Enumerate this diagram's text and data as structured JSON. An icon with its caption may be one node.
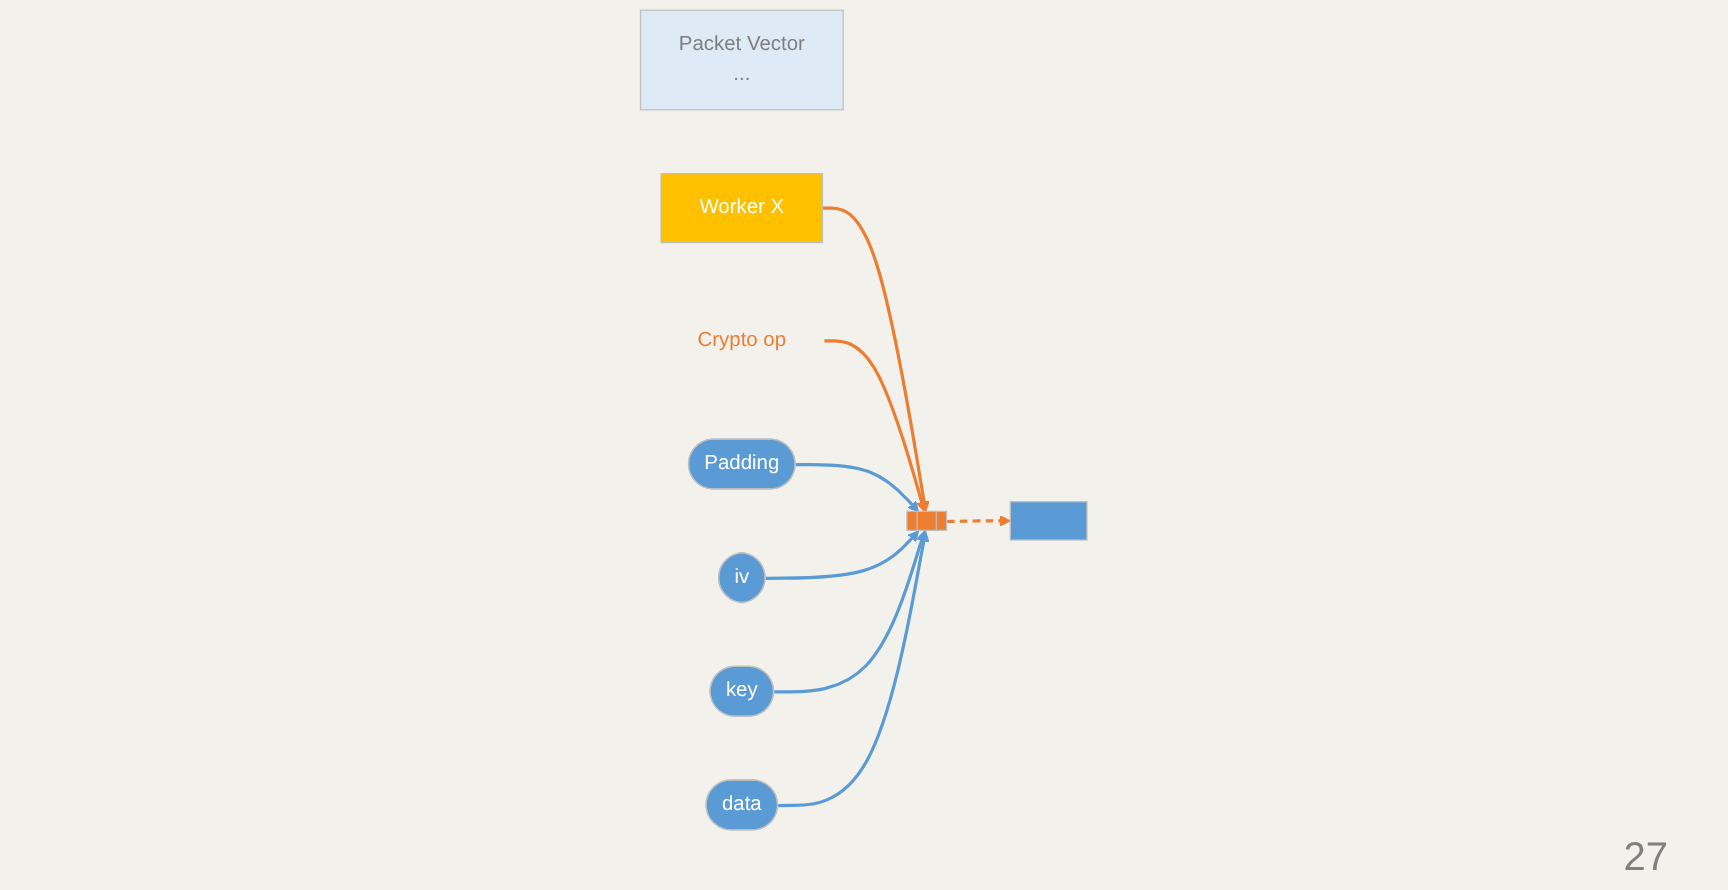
{
  "diagram": {
    "nodes": [
      {
        "text": [
          "Packet Vector",
          "..."
        ]
      },
      {
        "text": [
          "Worker X"
        ]
      },
      {
        "text": [
          "Crypto op"
        ]
      },
      {
        "text": [],
        "shape": "bar"
      },
      {
        "text": [],
        "shape": "box"
      },
      {
        "text": [
          "Padding"
        ]
      },
      {
        "text": [
          "iv"
        ]
      },
      {
        "text": [
          "key"
        ]
      },
      {
        "text": [
          "data"
        ]
      }
    ],
    "edges": [
      {
        "from": 1,
        "to": 3,
        "arrow": "to",
        "color": "#ed7d31"
      },
      {
        "from": 2,
        "to": 3,
        "arrow": "to",
        "color": "#ed7d31"
      },
      {
        "from": 3,
        "to": 4,
        "arrow": "to",
        "style": "dashed",
        "color": "#ed7d31"
      },
      {
        "from": 5,
        "to": 3,
        "arrow": "to",
        "color": "#5b9bd5"
      },
      {
        "from": 6,
        "to": 3,
        "arrow": "to",
        "color": "#5b9bd5"
      },
      {
        "from": 7,
        "to": 3,
        "arrow": "to",
        "color": "#5b9bd5"
      },
      {
        "from": 8,
        "to": 3,
        "arrow": "to",
        "color": "#5b9bd5"
      }
    ],
    "labels": [
      "27"
    ]
  }
}
